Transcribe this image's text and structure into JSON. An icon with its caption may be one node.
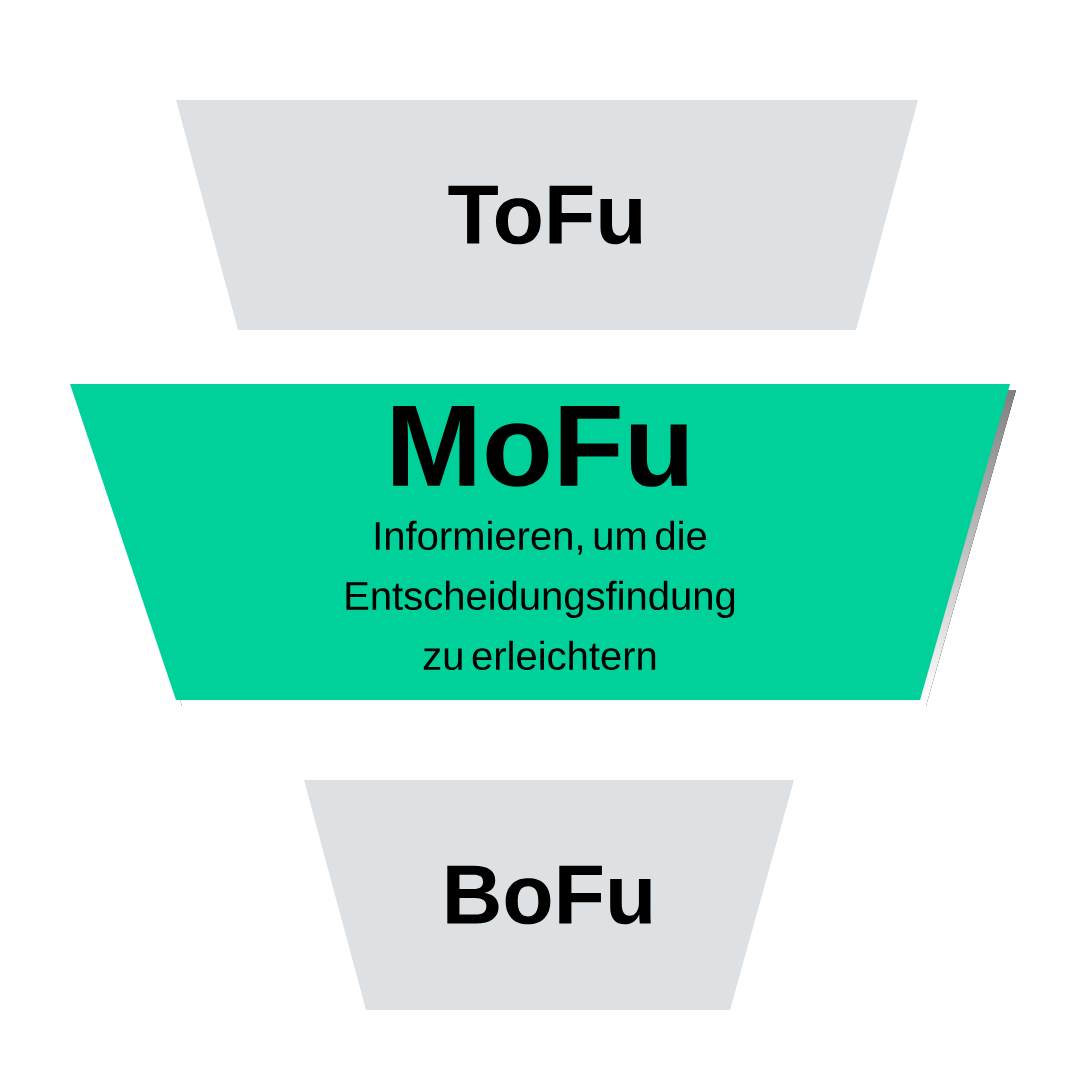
{
  "diagram": {
    "nodes": [
      {
        "text": [
          "ToFu"
        ]
      },
      {
        "text": [
          "MoFu",
          "Informieren, um die Entscheidungsfindung zu erleichtern"
        ]
      },
      {
        "text": [
          "BoFu"
        ]
      }
    ]
  }
}
